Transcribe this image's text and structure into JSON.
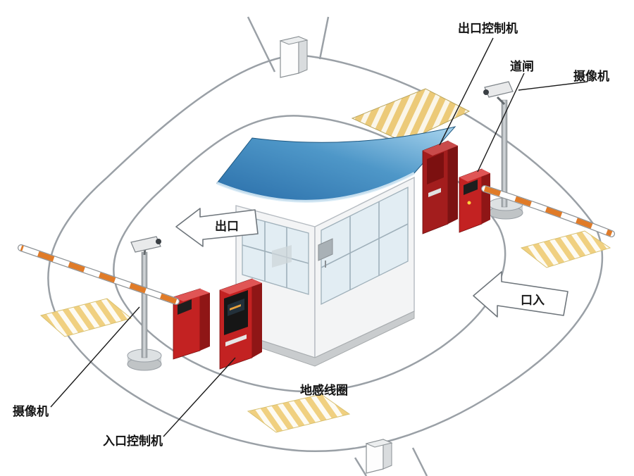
{
  "diagram": {
    "labels": {
      "exit_controller": "出口控制机",
      "barrier": "道闸",
      "camera_right": "摄像机",
      "camera_left": "摄像机",
      "exit_sign": "出口",
      "entrance_sign": "口入",
      "ground_coil": "地感线圈",
      "entrance_controller": "入口控制机"
    },
    "colors": {
      "road_gray": "#9aa0a6",
      "kiosk_red": "#c32222",
      "kiosk_dark_red": "#8f1616",
      "arm_orange": "#e07b28",
      "stripe_yellow": "#f0d080",
      "roof_blue": "#3b82b8"
    }
  }
}
